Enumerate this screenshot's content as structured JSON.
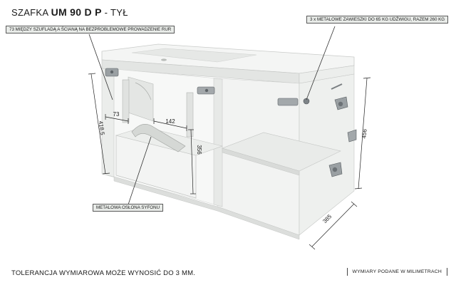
{
  "header": {
    "title_prefix": "SZAFKA",
    "title_model": "UM 90 D P",
    "title_suffix": "- TYŁ"
  },
  "callouts": {
    "gap_note": "73 MIĘDZY SZUFLADĄ A ŚCIANĄ NA BEZPROBLEMOWE PROWADZENIE RUR",
    "hangers_note": "3 x METALOWE ZAWIESZKI DO 65 KG UDŹWIGU, RAZEM 260 KG",
    "siphon_note": "METALOWA OSŁONA SYFONU"
  },
  "dimensions": {
    "left_height": "418.5",
    "gap": "73",
    "inner_width": "142",
    "inner_height": "356",
    "right_height": "456",
    "depth": "385"
  },
  "footer": {
    "tolerance": "TOLERANCJA WYMIAROWA MOŻE WYNOSIĆ DO 3 MM.",
    "units_note": "WYMIARY PODANE W MILIMETRACH"
  }
}
